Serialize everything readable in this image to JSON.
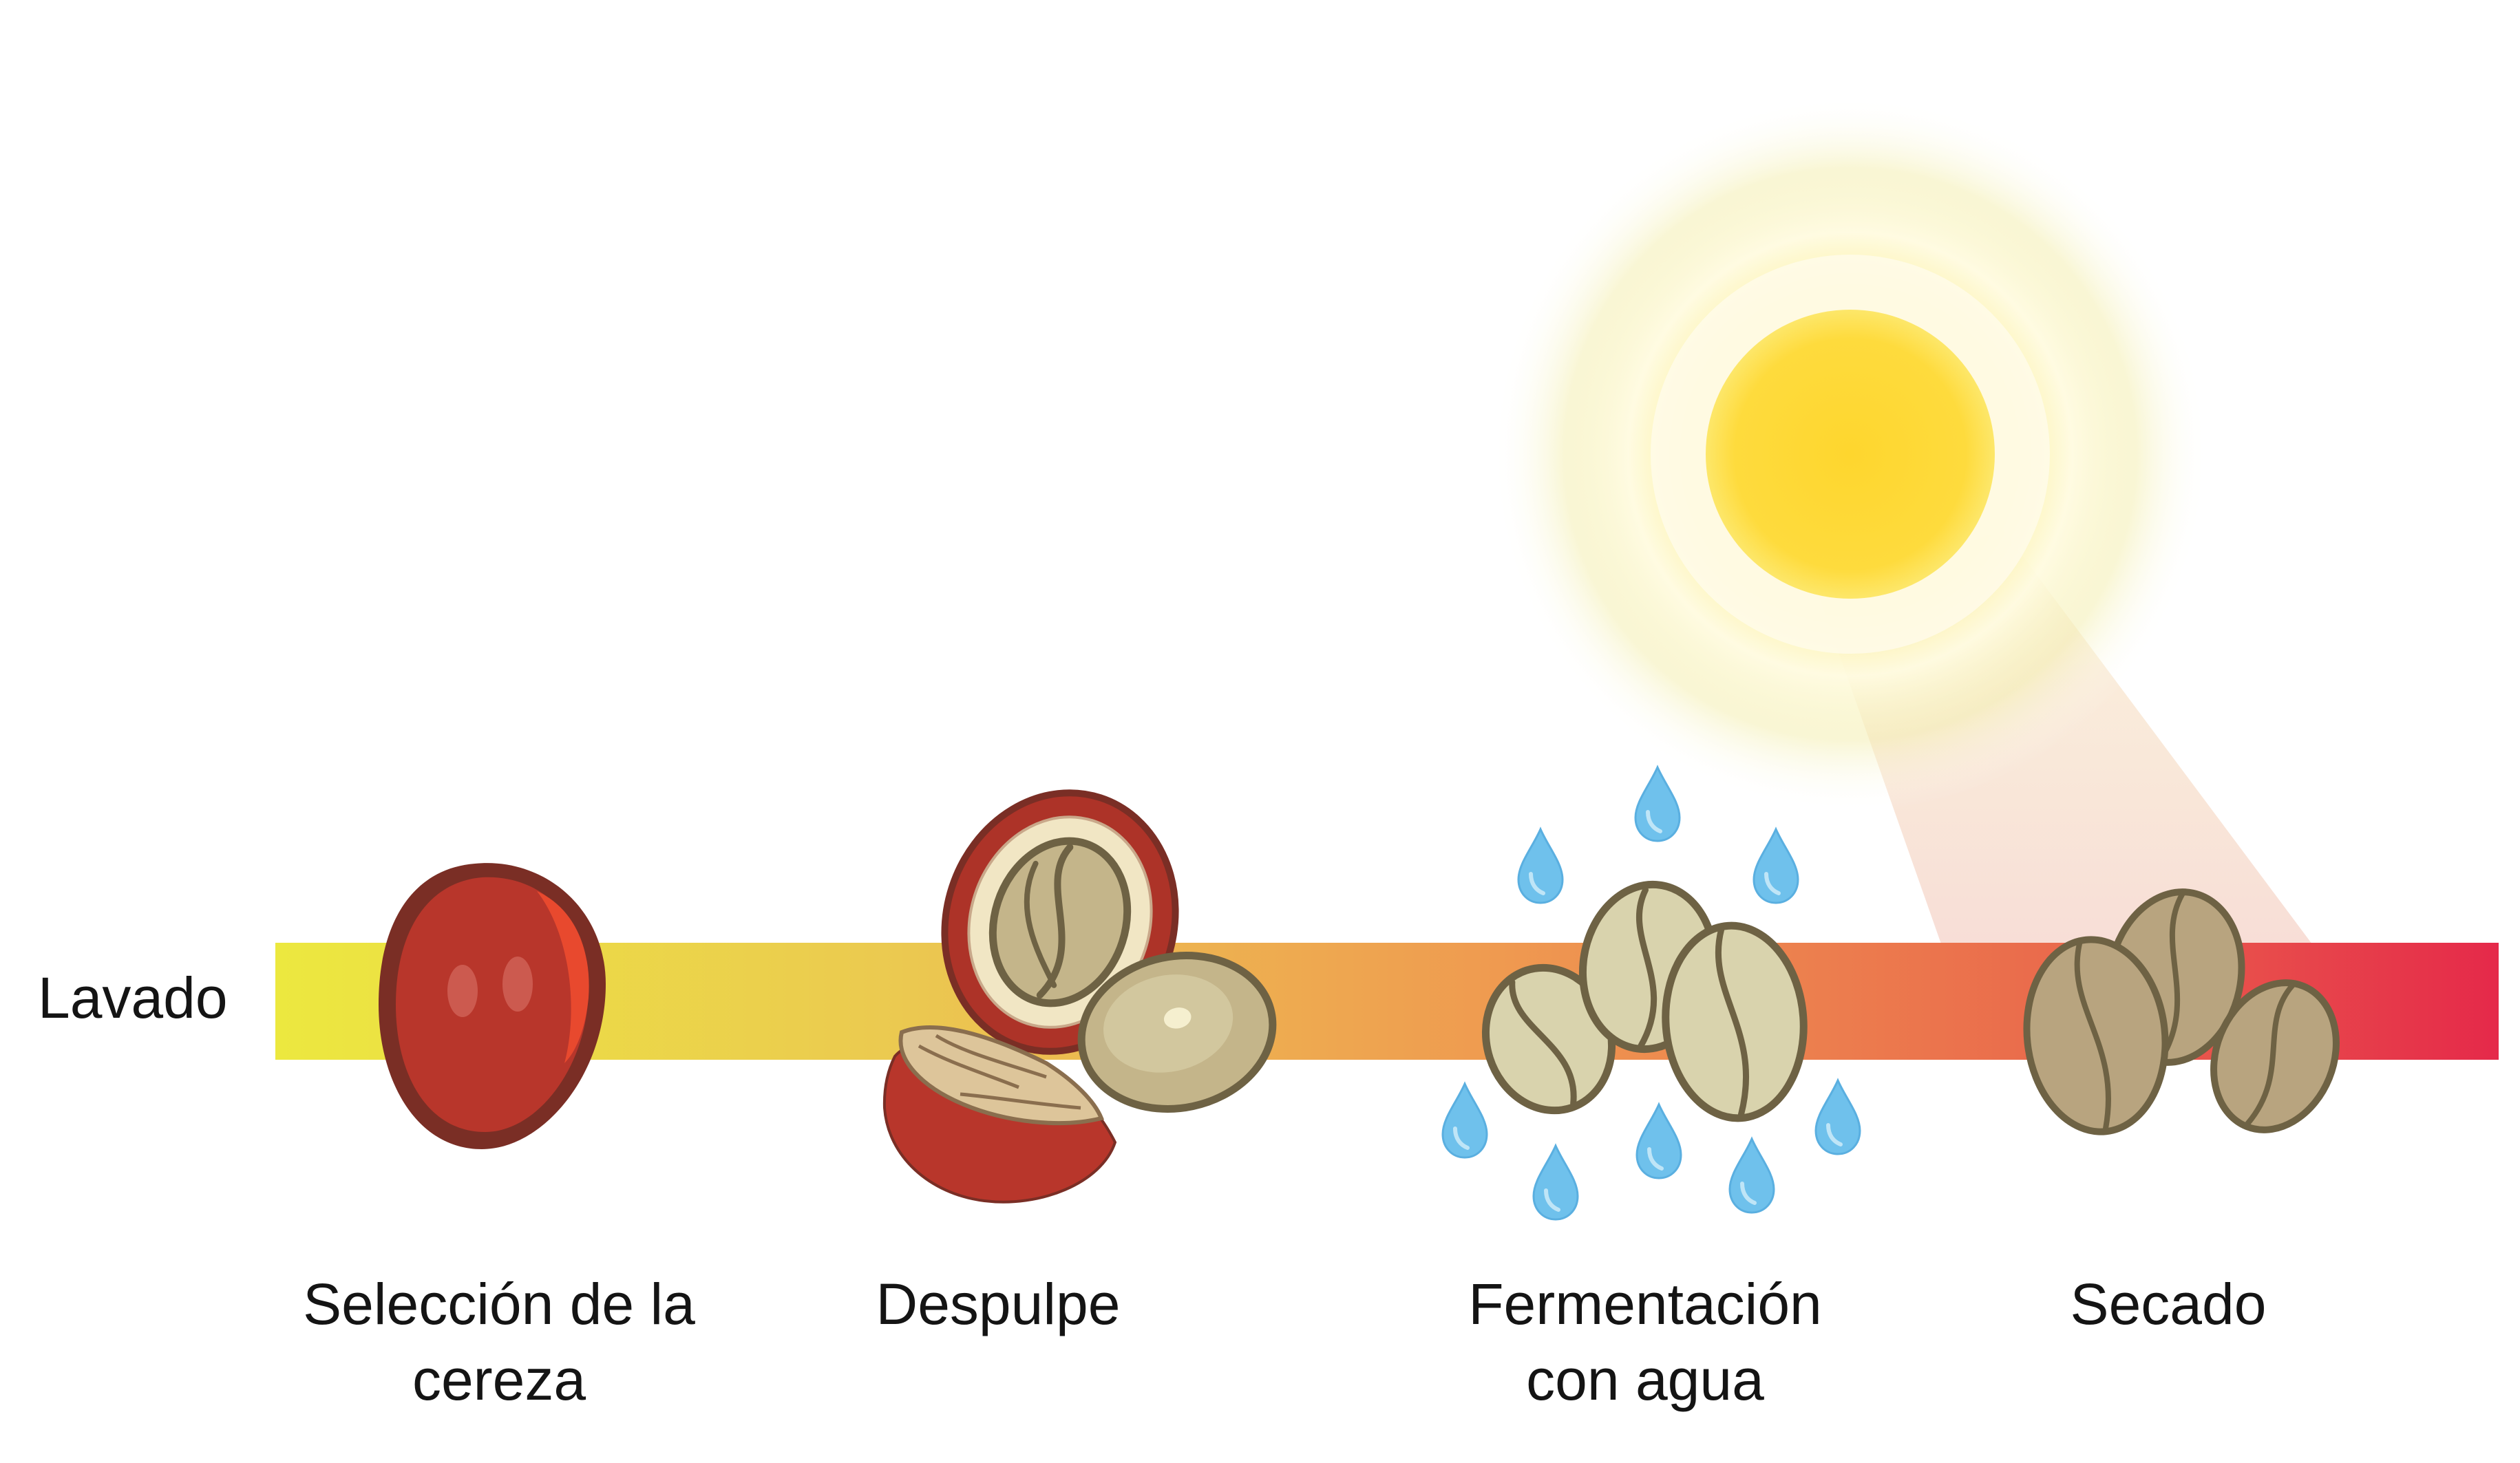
{
  "row_label": "Lavado",
  "steps": [
    {
      "label_line1": "Selección de la",
      "label_line2": "cereza",
      "icon": "coffee-cherry-icon"
    },
    {
      "label_line1": "Despulpe",
      "label_line2": "",
      "icon": "pulped-cherry-icon"
    },
    {
      "label_line1": "Fermentación",
      "label_line2": "con agua",
      "icon": "beans-with-water-drops-icon"
    },
    {
      "label_line1": "Secado",
      "label_line2": "",
      "icon": "dried-beans-icon"
    }
  ],
  "colors": {
    "bar_start": "#ece83f",
    "bar_mid": "#ef9a50",
    "bar_end": "#e5294a",
    "sun_core": "#fed62e",
    "cherry_red": "#b8362b",
    "cherry_outline": "#7a2e25",
    "bean_fill": "#c9c19a",
    "bean_outline": "#6e6244",
    "water_drop": "#6fc1ec"
  }
}
